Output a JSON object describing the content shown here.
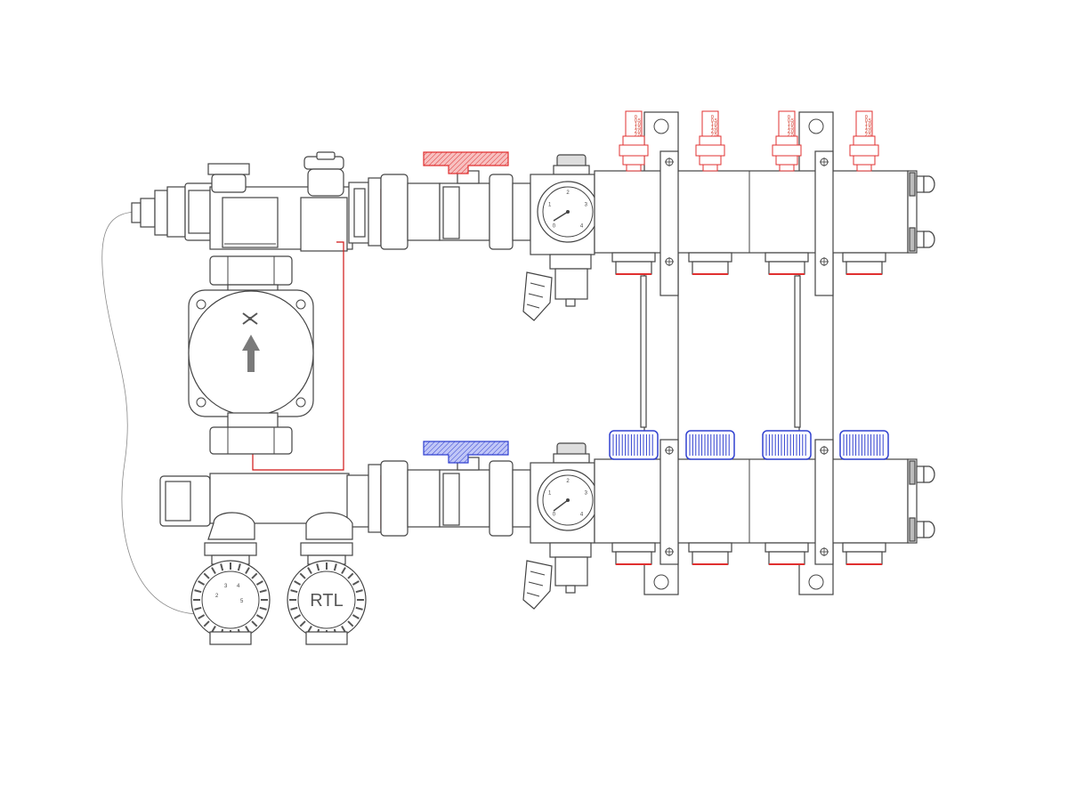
{
  "diagram": {
    "thermostat_label": "RTL",
    "dial_numbers": [
      "2",
      "3",
      "4",
      "5"
    ],
    "flowmeter_scale": [
      "0",
      "0.5",
      "1.0",
      "1.5",
      "2.0",
      "2.5"
    ],
    "gauge_numbers": [
      "0",
      "1",
      "2",
      "3",
      "4"
    ],
    "colors": {
      "supply": "#e03030",
      "return": "#3040d0",
      "outline": "#444444",
      "pump_arrow": "#7a7a7a"
    },
    "circuits": 4
  }
}
